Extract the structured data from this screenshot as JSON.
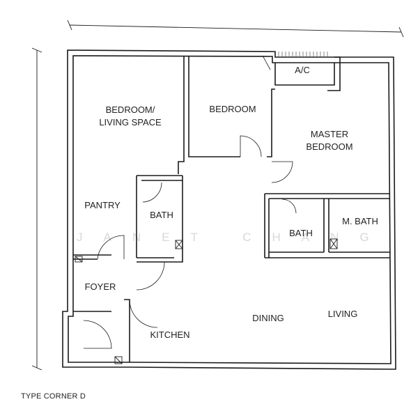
{
  "rooms": {
    "bedroom_living": [
      "BEDROOM/",
      "LIVING SPACE"
    ],
    "bedroom": "BEDROOM",
    "ac": "A/C",
    "master_bedroom": [
      "MASTER",
      "BEDROOM"
    ],
    "pantry": "PANTRY",
    "bath_1": "BATH",
    "bath_2": "BATH",
    "master_bath": "M. BATH",
    "foyer": "FOYER",
    "kitchen": "KITCHEN",
    "dining": "DINING",
    "living": "LIVING"
  },
  "watermark": "JANET CHANG",
  "caption": "TYPE CORNER D"
}
